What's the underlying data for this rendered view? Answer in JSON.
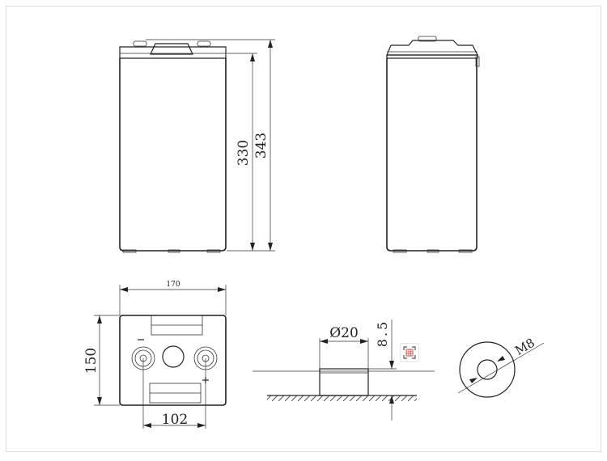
{
  "dimensions": {
    "front_height_inner": "330",
    "front_height_total": "343",
    "top_width": "170",
    "top_depth": "150",
    "terminal_spacing": "102",
    "terminal_diameter": "Ø20",
    "terminal_height": "8.5",
    "thread_size": "M8"
  },
  "icons": {
    "scan_button": "scan-icon"
  },
  "colors": {
    "line": "#222222",
    "frame": "#e0e0e0",
    "scan_button_accent": "#d9534f"
  }
}
